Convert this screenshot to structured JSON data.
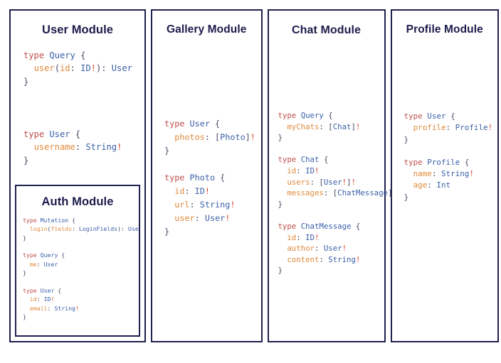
{
  "theme": {
    "background": "#ffffff",
    "border": "#20204f",
    "title_color": "#1b1b4b",
    "code_default": "#3d3d5c",
    "keyword_color": "#c0504d",
    "typename_color": "#3a5fa8",
    "field_color": "#e08a3c",
    "bang_color": "#d8442f"
  },
  "modules": [
    {
      "id": "user",
      "title": "User Module",
      "code": [
        [
          {
            "text": "type",
            "tok": "kw"
          },
          {
            "text": " ",
            "tok": "punc"
          },
          {
            "text": "Query",
            "tok": "type"
          },
          {
            "text": " {",
            "tok": "punc"
          }
        ],
        [
          {
            "text": "  ",
            "tok": "punc"
          },
          {
            "text": "user",
            "tok": "fld"
          },
          {
            "text": "(",
            "tok": "punc"
          },
          {
            "text": "id",
            "tok": "fld"
          },
          {
            "text": ": ",
            "tok": "punc"
          },
          {
            "text": "ID",
            "tok": "type"
          },
          {
            "text": "!",
            "tok": "bang"
          },
          {
            "text": "): ",
            "tok": "punc"
          },
          {
            "text": "User",
            "tok": "type"
          }
        ],
        [
          {
            "text": "}",
            "tok": "punc"
          }
        ],
        [
          {
            "text": "",
            "tok": "punc"
          }
        ],
        [
          {
            "text": "",
            "tok": "punc"
          }
        ],
        [
          {
            "text": "",
            "tok": "punc"
          }
        ],
        [
          {
            "text": "type",
            "tok": "kw"
          },
          {
            "text": " ",
            "tok": "punc"
          },
          {
            "text": "User",
            "tok": "type"
          },
          {
            "text": " {",
            "tok": "punc"
          }
        ],
        [
          {
            "text": "  ",
            "tok": "punc"
          },
          {
            "text": "username",
            "tok": "fld"
          },
          {
            "text": ": ",
            "tok": "punc"
          },
          {
            "text": "String",
            "tok": "type"
          },
          {
            "text": "!",
            "tok": "bang"
          }
        ],
        [
          {
            "text": "}",
            "tok": "punc"
          }
        ]
      ],
      "nested": {
        "id": "auth",
        "title": "Auth Module",
        "code": [
          [
            {
              "text": "type",
              "tok": "kw"
            },
            {
              "text": " ",
              "tok": "punc"
            },
            {
              "text": "Mutation",
              "tok": "type"
            },
            {
              "text": " {",
              "tok": "punc"
            }
          ],
          [
            {
              "text": "  ",
              "tok": "punc"
            },
            {
              "text": "login",
              "tok": "fld"
            },
            {
              "text": "(",
              "tok": "punc"
            },
            {
              "text": "fields",
              "tok": "fld"
            },
            {
              "text": ": ",
              "tok": "punc"
            },
            {
              "text": "LoginFields",
              "tok": "type"
            },
            {
              "text": "): ",
              "tok": "punc"
            },
            {
              "text": "User",
              "tok": "type"
            }
          ],
          [
            {
              "text": "}",
              "tok": "punc"
            }
          ],
          [
            {
              "text": "",
              "tok": "punc"
            }
          ],
          [
            {
              "text": "type",
              "tok": "kw"
            },
            {
              "text": " ",
              "tok": "punc"
            },
            {
              "text": "Query",
              "tok": "type"
            },
            {
              "text": " {",
              "tok": "punc"
            }
          ],
          [
            {
              "text": "  ",
              "tok": "punc"
            },
            {
              "text": "me",
              "tok": "fld"
            },
            {
              "text": ": ",
              "tok": "punc"
            },
            {
              "text": "User",
              "tok": "type"
            }
          ],
          [
            {
              "text": "}",
              "tok": "punc"
            }
          ],
          [
            {
              "text": "",
              "tok": "punc"
            }
          ],
          [
            {
              "text": "type",
              "tok": "kw"
            },
            {
              "text": " ",
              "tok": "punc"
            },
            {
              "text": "User",
              "tok": "type"
            },
            {
              "text": " {",
              "tok": "punc"
            }
          ],
          [
            {
              "text": "  ",
              "tok": "punc"
            },
            {
              "text": "id",
              "tok": "fld"
            },
            {
              "text": ": ",
              "tok": "punc"
            },
            {
              "text": "ID",
              "tok": "type"
            },
            {
              "text": "!",
              "tok": "bang"
            }
          ],
          [
            {
              "text": "  ",
              "tok": "punc"
            },
            {
              "text": "email",
              "tok": "fld"
            },
            {
              "text": ": ",
              "tok": "punc"
            },
            {
              "text": "String",
              "tok": "type"
            },
            {
              "text": "!",
              "tok": "bang"
            }
          ],
          [
            {
              "text": "}",
              "tok": "punc"
            }
          ]
        ]
      }
    },
    {
      "id": "gallery",
      "title": "Gallery Module",
      "code": [
        [
          {
            "text": "",
            "tok": "punc"
          }
        ],
        [
          {
            "text": "",
            "tok": "punc"
          }
        ],
        [
          {
            "text": "",
            "tok": "punc"
          }
        ],
        [
          {
            "text": "type",
            "tok": "kw"
          },
          {
            "text": " ",
            "tok": "punc"
          },
          {
            "text": "User",
            "tok": "type"
          },
          {
            "text": " {",
            "tok": "punc"
          }
        ],
        [
          {
            "text": "  ",
            "tok": "punc"
          },
          {
            "text": "photos",
            "tok": "fld"
          },
          {
            "text": ": [",
            "tok": "punc"
          },
          {
            "text": "Photo",
            "tok": "type"
          },
          {
            "text": "]",
            "tok": "punc"
          },
          {
            "text": "!",
            "tok": "bang"
          }
        ],
        [
          {
            "text": "}",
            "tok": "punc"
          }
        ],
        [
          {
            "text": "",
            "tok": "punc"
          }
        ],
        [
          {
            "text": "type",
            "tok": "kw"
          },
          {
            "text": " ",
            "tok": "punc"
          },
          {
            "text": "Photo",
            "tok": "type"
          },
          {
            "text": " {",
            "tok": "punc"
          }
        ],
        [
          {
            "text": "  ",
            "tok": "punc"
          },
          {
            "text": "id",
            "tok": "fld"
          },
          {
            "text": ": ",
            "tok": "punc"
          },
          {
            "text": "ID",
            "tok": "type"
          },
          {
            "text": "!",
            "tok": "bang"
          }
        ],
        [
          {
            "text": "  ",
            "tok": "punc"
          },
          {
            "text": "url",
            "tok": "fld"
          },
          {
            "text": ": ",
            "tok": "punc"
          },
          {
            "text": "String",
            "tok": "type"
          },
          {
            "text": "!",
            "tok": "bang"
          }
        ],
        [
          {
            "text": "  ",
            "tok": "punc"
          },
          {
            "text": "user",
            "tok": "fld"
          },
          {
            "text": ": ",
            "tok": "punc"
          },
          {
            "text": "User",
            "tok": "type"
          },
          {
            "text": "!",
            "tok": "bang"
          }
        ],
        [
          {
            "text": "}",
            "tok": "punc"
          }
        ]
      ]
    },
    {
      "id": "chat",
      "title": "Chat Module",
      "code": [
        [
          {
            "text": "",
            "tok": "punc"
          }
        ],
        [
          {
            "text": "",
            "tok": "punc"
          }
        ],
        [
          {
            "text": "",
            "tok": "punc"
          }
        ],
        [
          {
            "text": "type",
            "tok": "kw"
          },
          {
            "text": " ",
            "tok": "punc"
          },
          {
            "text": "Query",
            "tok": "type"
          },
          {
            "text": " {",
            "tok": "punc"
          }
        ],
        [
          {
            "text": "  ",
            "tok": "punc"
          },
          {
            "text": "myChats",
            "tok": "fld"
          },
          {
            "text": ": [",
            "tok": "punc"
          },
          {
            "text": "Chat",
            "tok": "type"
          },
          {
            "text": "]",
            "tok": "punc"
          },
          {
            "text": "!",
            "tok": "bang"
          }
        ],
        [
          {
            "text": "}",
            "tok": "punc"
          }
        ],
        [
          {
            "text": "",
            "tok": "punc"
          }
        ],
        [
          {
            "text": "type",
            "tok": "kw"
          },
          {
            "text": " ",
            "tok": "punc"
          },
          {
            "text": "Chat",
            "tok": "type"
          },
          {
            "text": " {",
            "tok": "punc"
          }
        ],
        [
          {
            "text": "  ",
            "tok": "punc"
          },
          {
            "text": "id",
            "tok": "fld"
          },
          {
            "text": ": ",
            "tok": "punc"
          },
          {
            "text": "ID",
            "tok": "type"
          },
          {
            "text": "!",
            "tok": "bang"
          }
        ],
        [
          {
            "text": "  ",
            "tok": "punc"
          },
          {
            "text": "users",
            "tok": "fld"
          },
          {
            "text": ": [",
            "tok": "punc"
          },
          {
            "text": "User",
            "tok": "type"
          },
          {
            "text": "!",
            "tok": "bang"
          },
          {
            "text": "]",
            "tok": "punc"
          },
          {
            "text": "!",
            "tok": "bang"
          }
        ],
        [
          {
            "text": "  ",
            "tok": "punc"
          },
          {
            "text": "messages",
            "tok": "fld"
          },
          {
            "text": ": [",
            "tok": "punc"
          },
          {
            "text": "ChatMessage",
            "tok": "type"
          },
          {
            "text": "]",
            "tok": "punc"
          },
          {
            "text": "!",
            "tok": "bang"
          }
        ],
        [
          {
            "text": "}",
            "tok": "punc"
          }
        ],
        [
          {
            "text": "",
            "tok": "punc"
          }
        ],
        [
          {
            "text": "type",
            "tok": "kw"
          },
          {
            "text": " ",
            "tok": "punc"
          },
          {
            "text": "ChatMessage",
            "tok": "type"
          },
          {
            "text": " {",
            "tok": "punc"
          }
        ],
        [
          {
            "text": "  ",
            "tok": "punc"
          },
          {
            "text": "id",
            "tok": "fld"
          },
          {
            "text": ": ",
            "tok": "punc"
          },
          {
            "text": "ID",
            "tok": "type"
          },
          {
            "text": "!",
            "tok": "bang"
          }
        ],
        [
          {
            "text": "  ",
            "tok": "punc"
          },
          {
            "text": "author",
            "tok": "fld"
          },
          {
            "text": ": ",
            "tok": "punc"
          },
          {
            "text": "User",
            "tok": "type"
          },
          {
            "text": "!",
            "tok": "bang"
          }
        ],
        [
          {
            "text": "  ",
            "tok": "punc"
          },
          {
            "text": "content",
            "tok": "fld"
          },
          {
            "text": ": ",
            "tok": "punc"
          },
          {
            "text": "String",
            "tok": "type"
          },
          {
            "text": "!",
            "tok": "bang"
          }
        ],
        [
          {
            "text": "}",
            "tok": "punc"
          }
        ]
      ]
    },
    {
      "id": "profile",
      "title": "Profile Module",
      "code": [
        [
          {
            "text": "",
            "tok": "punc"
          }
        ],
        [
          {
            "text": "",
            "tok": "punc"
          }
        ],
        [
          {
            "text": "",
            "tok": "punc"
          }
        ],
        [
          {
            "text": "type",
            "tok": "kw"
          },
          {
            "text": " ",
            "tok": "punc"
          },
          {
            "text": "User",
            "tok": "type"
          },
          {
            "text": " {",
            "tok": "punc"
          }
        ],
        [
          {
            "text": "  ",
            "tok": "punc"
          },
          {
            "text": "profile",
            "tok": "fld"
          },
          {
            "text": ": ",
            "tok": "punc"
          },
          {
            "text": "Profile",
            "tok": "type"
          },
          {
            "text": "!",
            "tok": "bang"
          }
        ],
        [
          {
            "text": "}",
            "tok": "punc"
          }
        ],
        [
          {
            "text": "",
            "tok": "punc"
          }
        ],
        [
          {
            "text": "type",
            "tok": "kw"
          },
          {
            "text": " ",
            "tok": "punc"
          },
          {
            "text": "Profile",
            "tok": "type"
          },
          {
            "text": " {",
            "tok": "punc"
          }
        ],
        [
          {
            "text": "  ",
            "tok": "punc"
          },
          {
            "text": "name",
            "tok": "fld"
          },
          {
            "text": ": ",
            "tok": "punc"
          },
          {
            "text": "String",
            "tok": "type"
          },
          {
            "text": "!",
            "tok": "bang"
          }
        ],
        [
          {
            "text": "  ",
            "tok": "punc"
          },
          {
            "text": "age",
            "tok": "fld"
          },
          {
            "text": ": ",
            "tok": "punc"
          },
          {
            "text": "Int",
            "tok": "type"
          }
        ],
        [
          {
            "text": "}",
            "tok": "punc"
          }
        ]
      ]
    }
  ]
}
